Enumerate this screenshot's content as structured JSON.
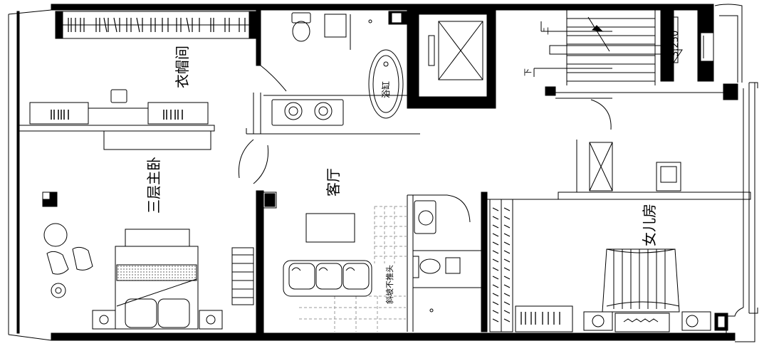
{
  "rooms": {
    "cloakroom": "衣帽间",
    "master_bedroom": "三层主卧",
    "living_room": "客厅",
    "daughter_room": "女儿房"
  },
  "fixtures": {
    "bathtub": "浴缸",
    "slope_note": "斜坡不推头",
    "stair_up": "上",
    "stair_down": "下",
    "elevation": "3.250"
  },
  "colors": {
    "wall": "#000000",
    "line": "#000000",
    "hatch": "#9a9a9a",
    "background": "#ffffff"
  }
}
